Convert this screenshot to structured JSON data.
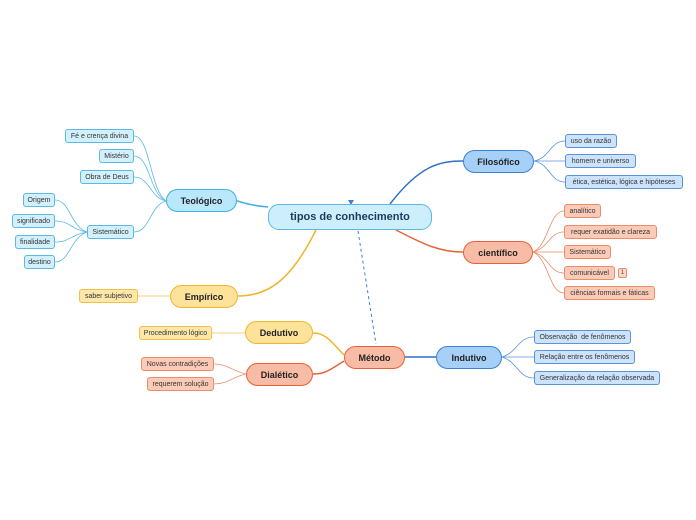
{
  "root": {
    "label": "tipos de conhecimento"
  },
  "branches": {
    "teologico": {
      "label": "Teológico",
      "color": "#3fb0e0"
    },
    "empirico": {
      "label": "Empírico",
      "color": "#f1b52c"
    },
    "filosofico": {
      "label": "Filosófico",
      "color": "#3c7fd6"
    },
    "cientifico": {
      "label": "científico",
      "color": "#e7623a"
    },
    "metodo": {
      "label": "Método",
      "color": "#e7623a"
    },
    "dedutivo": {
      "label": "Dedutivo",
      "color": "#f1b52c"
    },
    "dialetico": {
      "label": "Dialético",
      "color": "#e7623a"
    },
    "indutivo": {
      "label": "Indutivo",
      "color": "#3c7fd6"
    },
    "sistematico_teo": {
      "label": "Sistemático"
    }
  },
  "leaves": {
    "teologico": [
      "Fé e crença divina",
      "Mistério",
      "Obra de Deus"
    ],
    "sistematico_teo": [
      "Origem",
      "significado",
      "finalidade",
      "destino"
    ],
    "empirico": [
      "saber subjetivo"
    ],
    "filosofico": [
      "uso da razão",
      "homem e universo",
      "ética, estética, lógica e hipóteses"
    ],
    "cientifico": [
      "analítico",
      "requer exatidão e clareza",
      "Sistemático",
      "comunicável",
      "ciências formais e fáticas"
    ],
    "cientifico_badge": "1",
    "dedutivo": [
      "Procedimento lógico"
    ],
    "dialetico": [
      "Novas contradições",
      "requerem solução"
    ],
    "indutivo": [
      "Observação  de fenômenos",
      "Relação entre os fenômenos",
      "Generalização da relação observada"
    ]
  }
}
